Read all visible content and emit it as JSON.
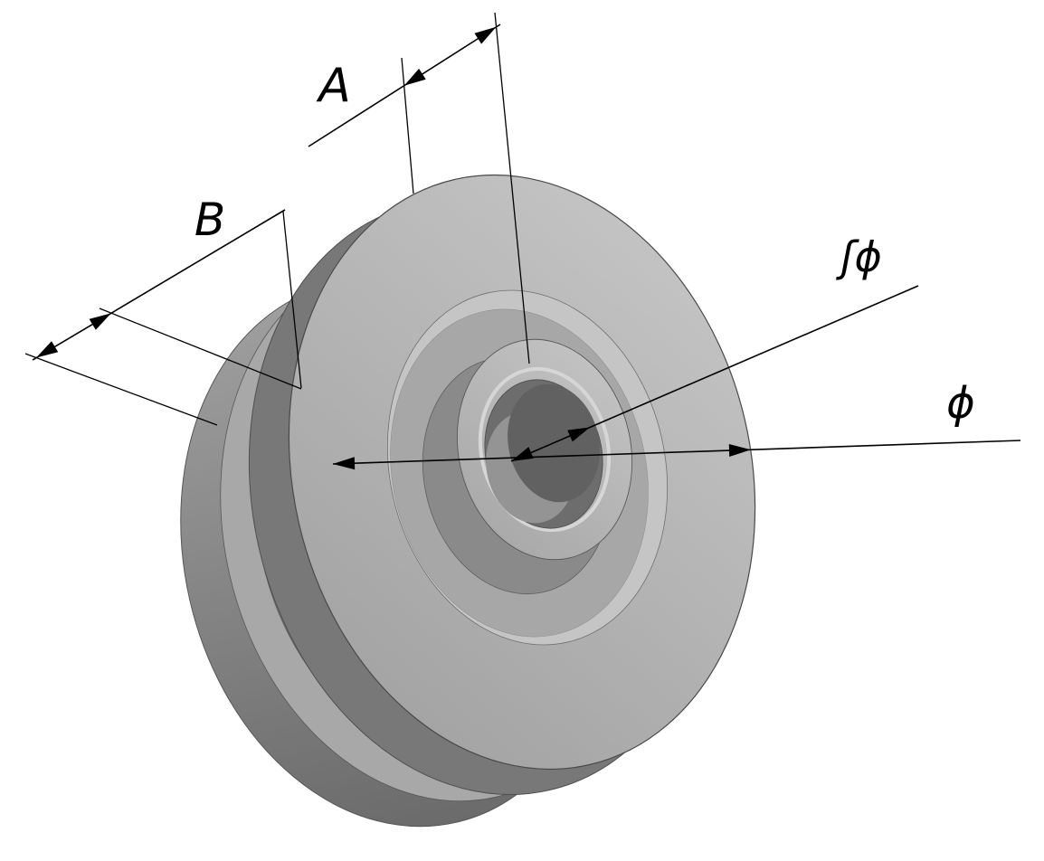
{
  "drawing": {
    "background_color": "#ffffff",
    "part_name": "grooved pulley wheel (isometric view)",
    "labels": {
      "dim_a": "A",
      "dim_b": "B",
      "dim_bore": "ʃϕ",
      "dim_outer": "ϕ"
    },
    "colors": {
      "face_light": "#c9c9c9",
      "face_mid": "#a7a7a7",
      "rim_light": "#c5c5c5",
      "edge_dark": "#787878",
      "groove_dark": "#6f6f6f",
      "hub_light": "#c6c6c6",
      "bore_dark": "#616161",
      "line_color": "#000000"
    }
  }
}
